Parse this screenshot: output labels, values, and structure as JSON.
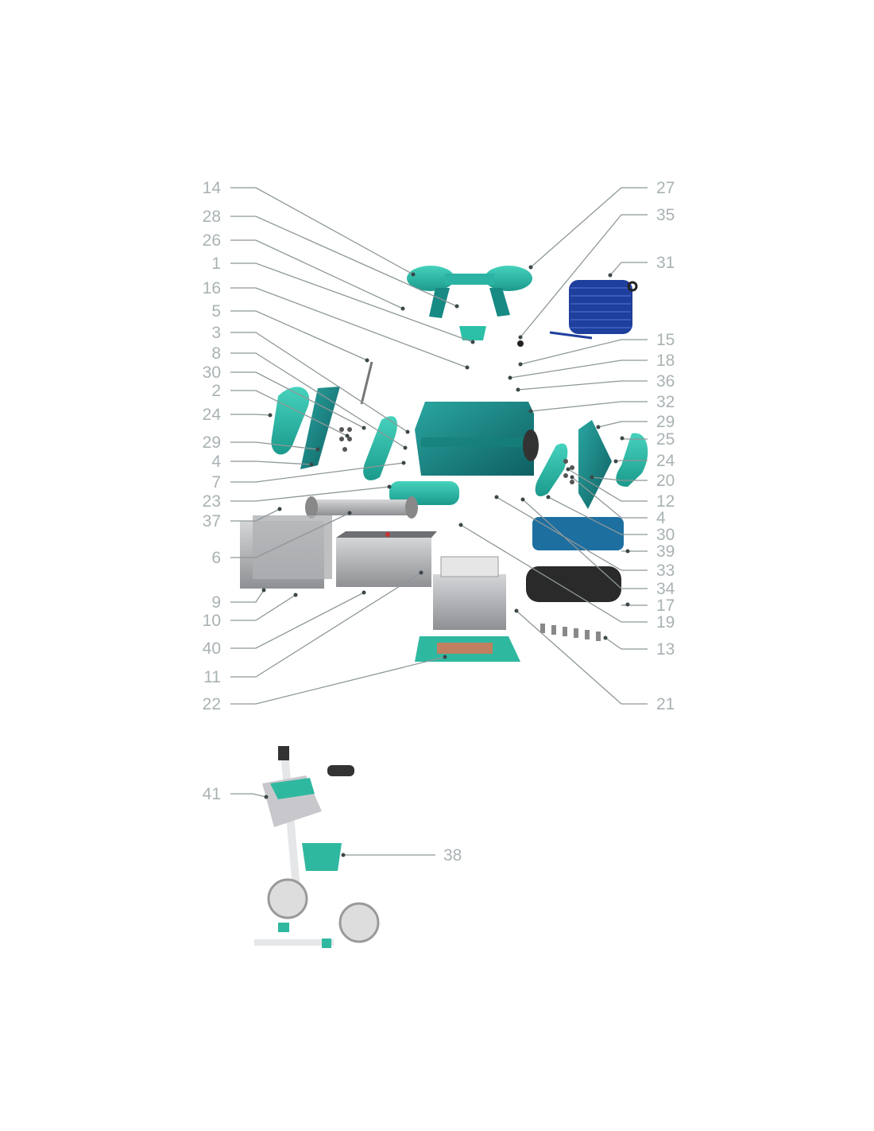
{
  "diagram": {
    "left_labels": [
      "14",
      "28",
      "26",
      "1",
      "16",
      "5",
      "3",
      "8",
      "30",
      "2",
      "24",
      "29",
      "4",
      "7",
      "23",
      "37",
      "6",
      "9",
      "10",
      "40",
      "11",
      "22"
    ],
    "right_labels": [
      "27",
      "35",
      "31",
      "15",
      "18",
      "36",
      "32",
      "29",
      "25",
      "24",
      "20",
      "12",
      "4",
      "30",
      "39",
      "33",
      "34",
      "17",
      "19",
      "13",
      "21"
    ],
    "trolley_labels": [
      "41",
      "38"
    ],
    "colors": {
      "teal": "#2fb8a0",
      "dark_teal": "#1a8a86",
      "blue_hose": "#1f3f9c",
      "grey": "#b7b8ba",
      "label": "#a9b2b4"
    }
  }
}
